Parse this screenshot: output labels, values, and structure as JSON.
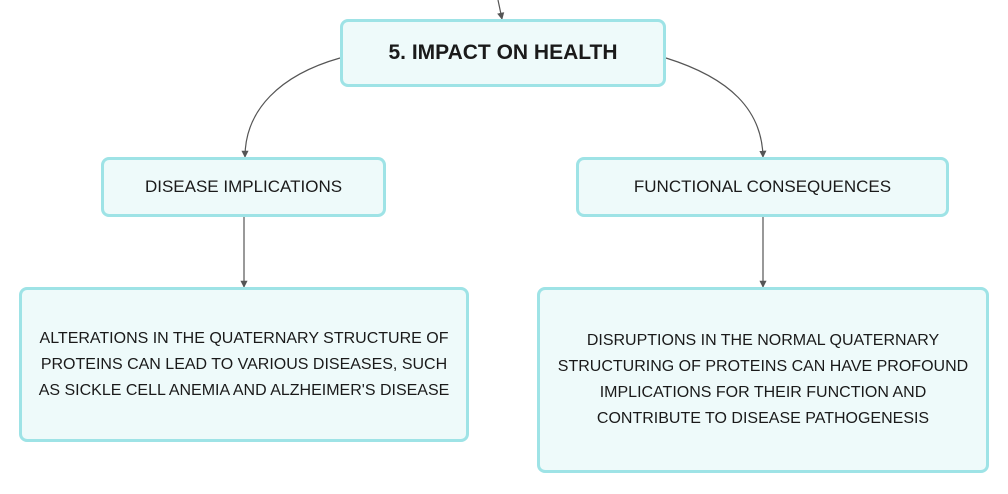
{
  "diagram": {
    "root": {
      "label": "5. IMPACT ON HEALTH"
    },
    "branches": [
      {
        "label": "DISEASE IMPLICATIONS",
        "detail": "ALTERATIONS IN THE QUATERNARY STRUCTURE OF PROTEINS CAN LEAD TO VARIOUS DISEASES, SUCH AS SICKLE CELL ANEMIA AND ALZHEIMER'S DISEASE"
      },
      {
        "label": "FUNCTIONAL CONSEQUENCES",
        "detail": "DISRUPTIONS IN THE NORMAL QUATERNARY STRUCTURING OF PROTEINS CAN HAVE PROFOUND IMPLICATIONS FOR THEIR FUNCTION AND CONTRIBUTE TO DISEASE PATHOGENESIS"
      }
    ],
    "colors": {
      "node_fill": "#eefafa",
      "node_border": "#9ee3e6",
      "connector": "#555555",
      "text": "#1a1a1a"
    }
  }
}
